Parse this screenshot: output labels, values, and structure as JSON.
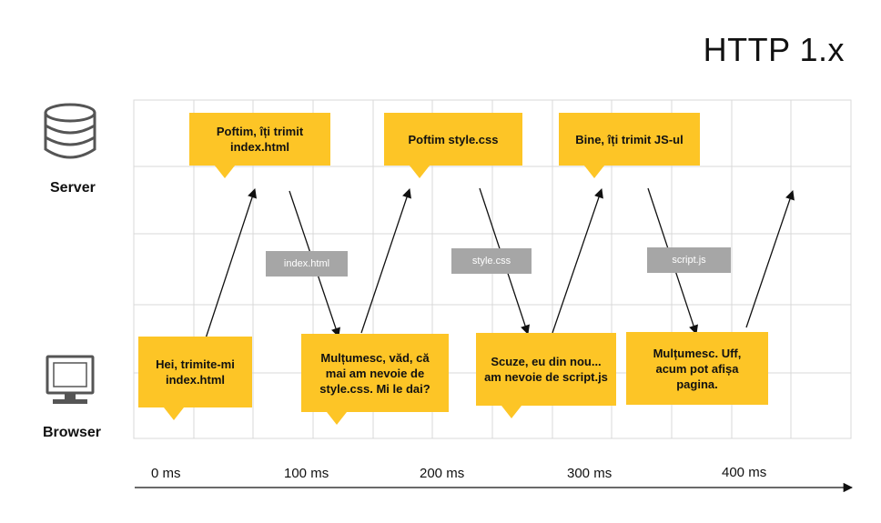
{
  "title": "HTTP 1.x",
  "actors": {
    "server": "Server",
    "browser": "Browser"
  },
  "server_bubbles": [
    "Poftim, îți trimit\nindex.html",
    "Poftim style.css",
    "Bine, îți trimit JS-ul"
  ],
  "browser_bubbles": [
    "Hei, trimite-mi\nindex.html",
    "Mulțumesc, văd, că\nmai am nevoie de\nstyle.css. Mi le dai?",
    "Scuze, eu din nou...\nam nevoie de script.js",
    "Mulțumesc. Uff,\nacum pot afișa\npagina."
  ],
  "files": [
    "index.html",
    "style.css",
    "script.js"
  ],
  "timeline": [
    "0 ms",
    "100 ms",
    "200 ms",
    "300 ms",
    "400 ms"
  ],
  "colors": {
    "bubble": "#fdc526",
    "file_label": "#a6a6a6",
    "grid": "#d9d9d9",
    "icon": "#555555"
  },
  "icons": {
    "server": "database-icon",
    "browser": "monitor-icon"
  }
}
